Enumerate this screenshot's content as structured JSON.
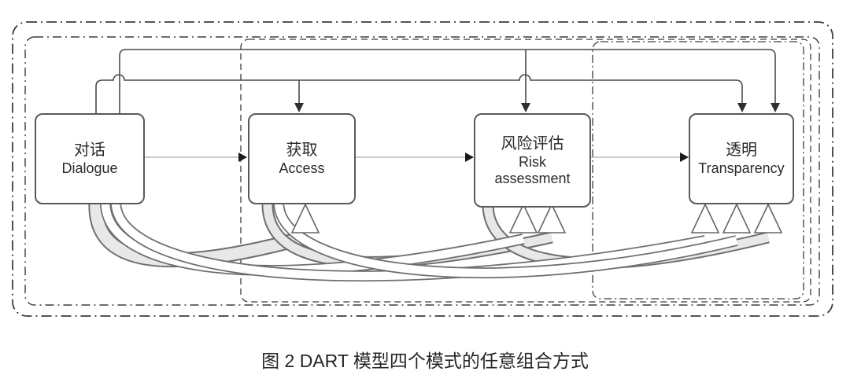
{
  "figure": {
    "caption": "图 2 DART 模型四个模式的任意组合方式"
  },
  "diagram": {
    "boxes": [
      {
        "id": "dialogue",
        "zh": "对话",
        "en": "Dialogue"
      },
      {
        "id": "access",
        "zh": "获取",
        "en": "Access"
      },
      {
        "id": "risk",
        "zh": "风险评估",
        "en": "Risk assessment"
      },
      {
        "id": "transparency",
        "zh": "透明",
        "en": "Transparency"
      }
    ],
    "flow_arrows": [
      {
        "from": "dialogue",
        "to": "access"
      },
      {
        "from": "access",
        "to": "risk"
      },
      {
        "from": "risk",
        "to": "transparency"
      }
    ],
    "top_connectors": [
      {
        "from": "dialogue",
        "to": "risk"
      },
      {
        "from": "dialogue",
        "to": "transparency"
      },
      {
        "from": "dialogue",
        "to": "access"
      },
      {
        "from": "dialogue",
        "to": "transparency"
      }
    ],
    "bottom_curved_connectors": [
      {
        "from": "dialogue",
        "to": "access"
      },
      {
        "from": "dialogue",
        "to": "risk"
      },
      {
        "from": "dialogue",
        "to": "transparency"
      },
      {
        "from": "access",
        "to": "risk"
      },
      {
        "from": "access",
        "to": "transparency"
      },
      {
        "from": "risk",
        "to": "transparency"
      }
    ],
    "groups": [
      {
        "id": "outer-group",
        "contains": [
          "dialogue",
          "access",
          "risk",
          "transparency"
        ]
      },
      {
        "id": "inner-group",
        "contains": [
          "dialogue",
          "access",
          "risk",
          "transparency"
        ]
      },
      {
        "id": "access-group",
        "contains": [
          "access",
          "risk",
          "transparency"
        ]
      },
      {
        "id": "transparency-group",
        "contains": [
          "transparency"
        ]
      }
    ]
  },
  "colors": {
    "box_border": "#595959",
    "box_fill": "#ffffff",
    "connector_dark": "#4a4a4a",
    "connector_light": "#ababab",
    "ribbon_fill": "#e8e8e8",
    "ribbon_outline": "#6e6e6e",
    "dashed_border": "#3d3d3d",
    "text": "#2b2b2b"
  }
}
